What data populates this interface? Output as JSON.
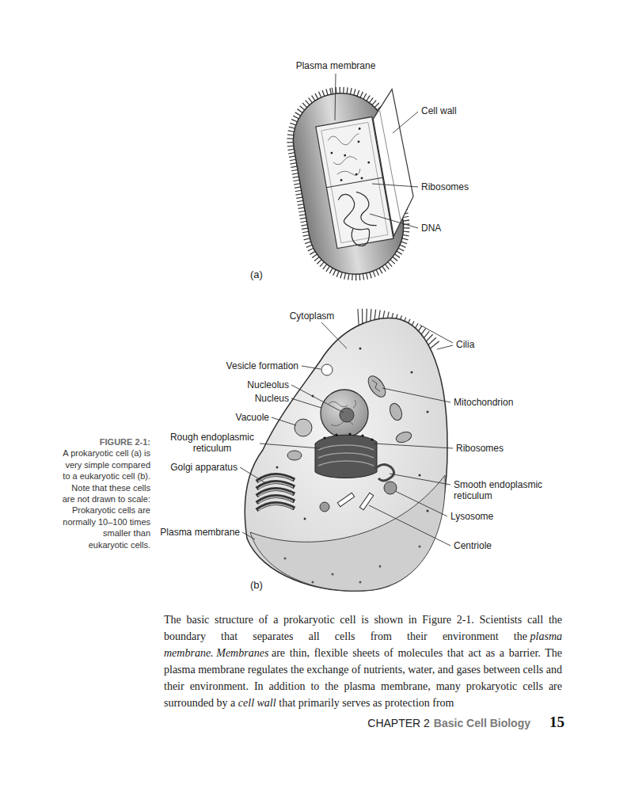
{
  "diagram": {
    "caption": "A prokaryotic cell (a) is very simple compared to a eukaryotic cell (b). Note that these cells are not drawn to scale: Prokaryotic cells are normally 10–100 times smaller than eukaryotic cells.",
    "labels": [
      "Plasma membrane",
      "Cell wall",
      "Ribosomes",
      "DNA",
      "(a)",
      "Cytoplasm",
      "Cilia",
      "Vesicle formation",
      "Nucleolus",
      "Nucleus",
      "Mitochondrion",
      "Vacuole",
      "Rough endoplasmic reticulum",
      "Ribosomes",
      "Golgi apparatus",
      "Smooth endoplasmic reticulum",
      "Lysosome",
      "Plasma membrane",
      "Centriole",
      "(b)",
      "FIGURE 2-1:",
      "The basic structure of a prokaryotic cell is shown in Figure 2-1. Scientists call the boundary that separates all cells from their environment the",
      "plasma membrane.",
      "Membranes",
      "are thin, flexible sheets of molecules that act as a barrier. The plasma membrane regulates the exchange of nutrients, water, and gases between cells and their environment. In addition to the plasma membrane, many prokaryotic cells are surrounded by a",
      "cell wall",
      "that primarily serves as protection from",
      "CHAPTER 2",
      "Basic Cell Biology",
      "15"
    ]
  }
}
